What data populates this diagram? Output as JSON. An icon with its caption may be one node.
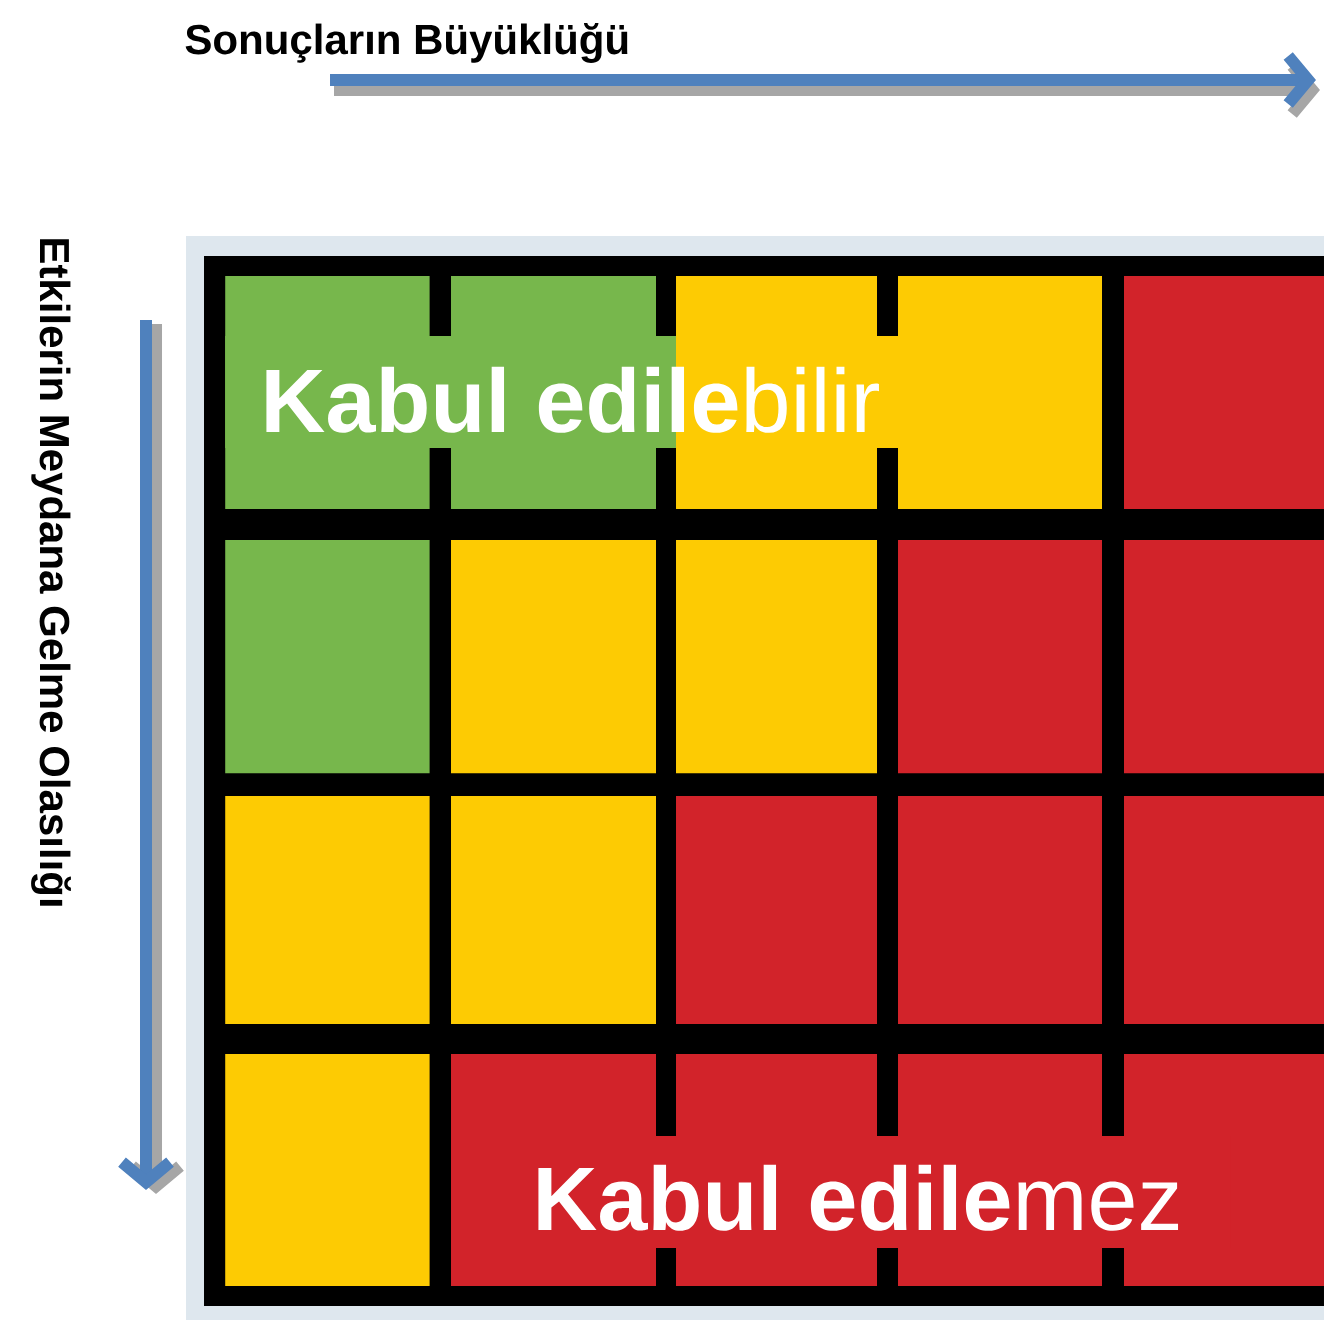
{
  "diagram": {
    "labels": [
      "Sonuçların Büyüklüğü",
      "Etkilerin Meydana Gelme Olasılığı",
      "**Kabul edile**bilir",
      "**Kabul edile**mez"
    ]
  }
}
